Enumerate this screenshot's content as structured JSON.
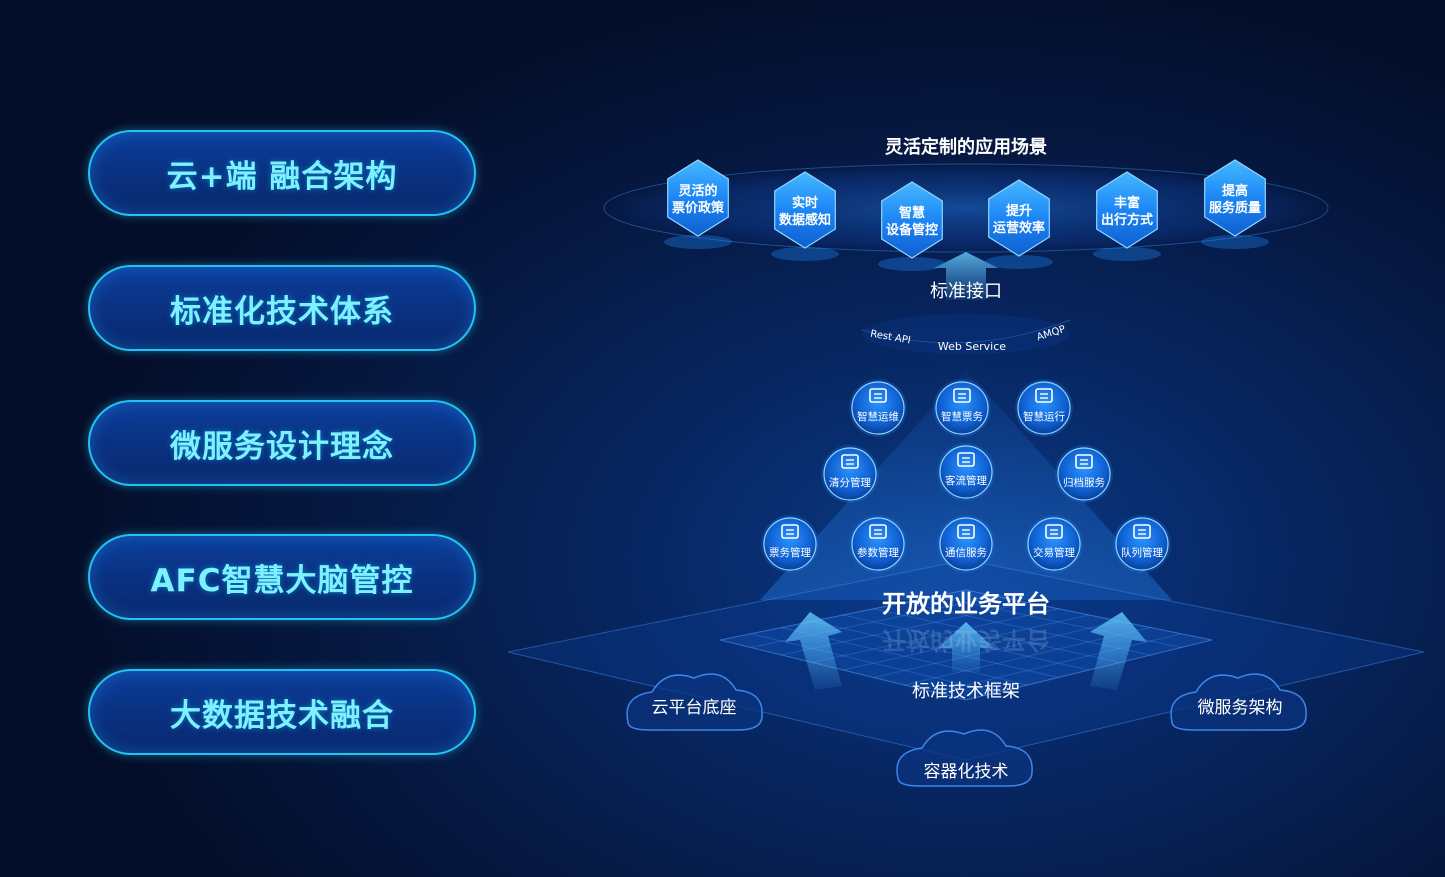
{
  "left_panel": {
    "items": [
      "云+端 融合架构",
      "标准化技术体系",
      "微服务设计理念",
      "AFC智慧大脑管控",
      "大数据技术融合"
    ]
  },
  "top_section": {
    "title": "灵活定制的应用场景",
    "scenarios": [
      [
        "灵活的",
        "票价政策"
      ],
      [
        "实时",
        "数据感知"
      ],
      [
        "智慧",
        "设备管控"
      ],
      [
        "提升",
        "运营效率"
      ],
      [
        "丰富",
        "出行方式"
      ],
      [
        "提高",
        "服务质量"
      ]
    ]
  },
  "interface": {
    "label": "标准接口",
    "protocols": [
      "Rest API",
      "Web Service",
      "AMQP"
    ]
  },
  "services": [
    {
      "label": "智慧运维",
      "icon": "wrench-icon"
    },
    {
      "label": "智慧票务",
      "icon": "ticket-doc-icon"
    },
    {
      "label": "智慧运行",
      "icon": "gears-icon"
    },
    {
      "label": "清分管理",
      "icon": "yen-doc-icon"
    },
    {
      "label": "客流管理",
      "icon": "people-icon"
    },
    {
      "label": "归档服务",
      "icon": "archive-icon"
    },
    {
      "label": "票务管理",
      "icon": "ticket-icon"
    },
    {
      "label": "参数管理",
      "icon": "list-icon"
    },
    {
      "label": "通信服务",
      "icon": "mail-icon"
    },
    {
      "label": "交易管理",
      "icon": "coins-icon"
    },
    {
      "label": "队列管理",
      "icon": "hand-icon"
    }
  ],
  "platform": {
    "title": "开放的业务平台",
    "framework": "标准技术框架"
  },
  "foundations": [
    "云平台底座",
    "容器化技术",
    "微服务架构"
  ],
  "colors": {
    "accent": "#22c3f0",
    "pill_text": "#7ef0ff",
    "hex": "#1a8cff"
  }
}
